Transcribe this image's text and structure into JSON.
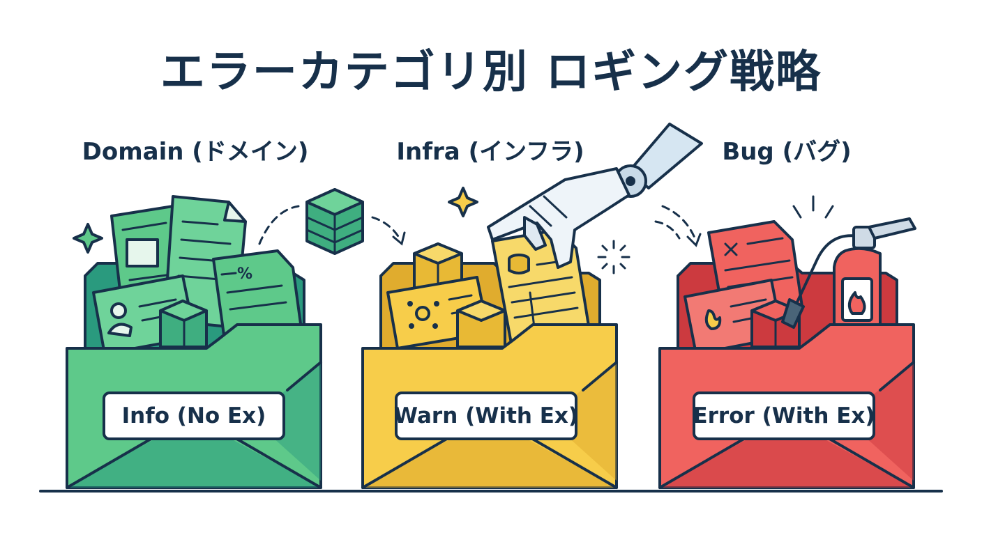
{
  "title": "エラーカテゴリ別 ロギング戦略",
  "categories": [
    {
      "heading": "Domain (ドメイン)",
      "label": "Info (No Ex)",
      "color_light": "#5ec98a",
      "color_dark": "#2a9a7e"
    },
    {
      "heading": "Infra (インフラ)",
      "label": "Warn (With Ex)",
      "color_light": "#f7cd4a",
      "color_dark": "#e0ac2e"
    },
    {
      "heading": "Bug (バグ)",
      "label": "Error (With Ex)",
      "color_light": "#f0635f",
      "color_dark": "#cc3a3f"
    }
  ],
  "icons": [
    "sparkle-icon",
    "database-cube-icon",
    "robot-hand-icon",
    "fire-extinguisher-icon",
    "flame-icon",
    "dashed-arrow-icon"
  ]
}
